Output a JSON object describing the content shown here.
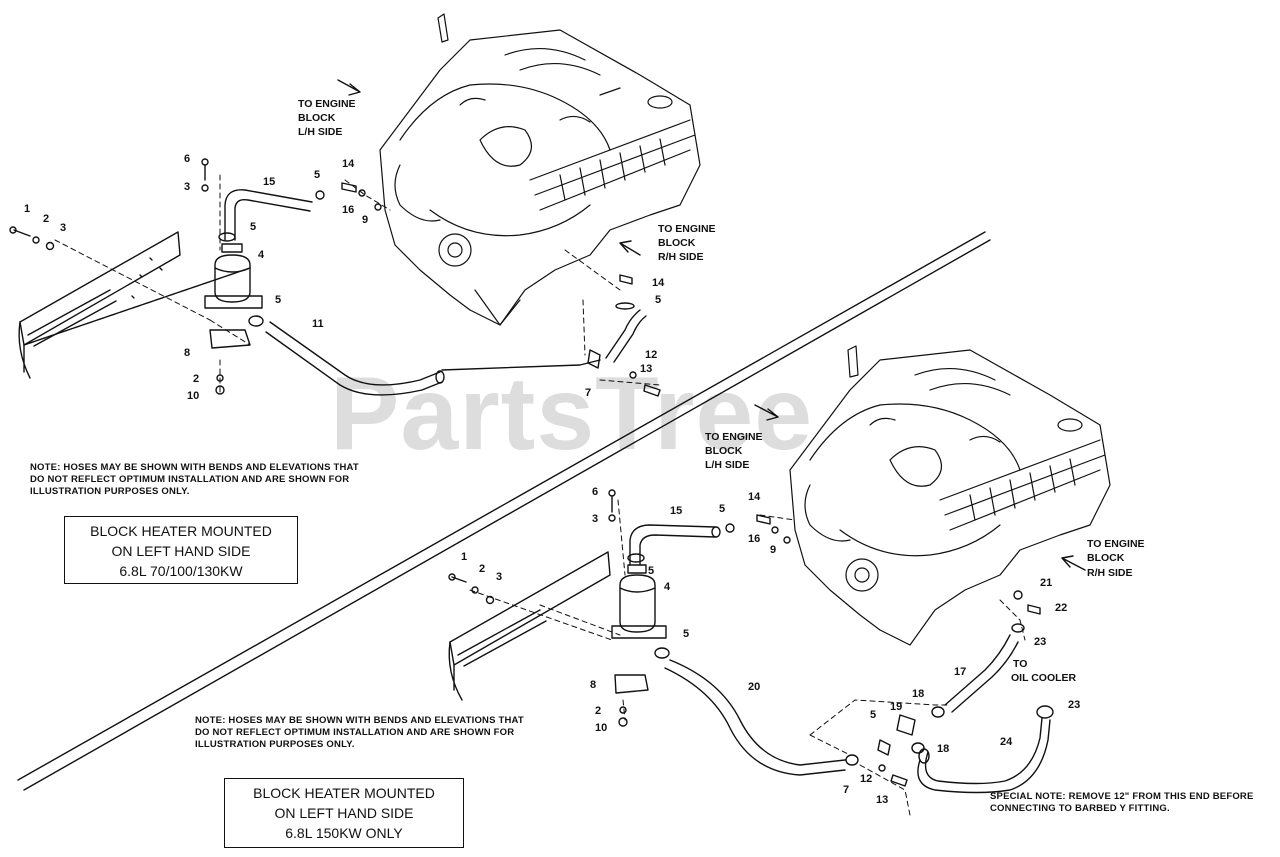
{
  "watermark": "PartsTree",
  "notes": {
    "upper": [
      "NOTE: HOSES MAY BE SHOWN WITH BENDS AND ELEVATIONS THAT",
      "DO NOT REFLECT OPTIMUM INSTALLATION AND ARE SHOWN FOR",
      "ILLUSTRATION PURPOSES ONLY."
    ],
    "lower": [
      "NOTE: HOSES MAY BE SHOWN WITH BENDS AND ELEVATIONS THAT",
      "DO NOT REFLECT OPTIMUM INSTALLATION AND ARE SHOWN FOR",
      "ILLUSTRATION PURPOSES ONLY."
    ],
    "special": [
      "SPECIAL NOTE: REMOVE 12\" FROM THIS END BEFORE",
      "CONNECTING TO BARBED Y FITTING."
    ]
  },
  "title_boxes": {
    "upper": [
      "BLOCK HEATER MOUNTED",
      "ON LEFT HAND SIDE",
      "6.8L 70/100/130KW"
    ],
    "lower": [
      "BLOCK HEATER MOUNTED",
      "ON LEFT HAND SIDE",
      "6.8L 150KW ONLY"
    ]
  },
  "labels": {
    "upper_lh": [
      "TO ENGINE",
      "BLOCK",
      "L/H SIDE"
    ],
    "upper_rh": [
      "TO ENGINE",
      "BLOCK",
      "R/H SIDE"
    ],
    "lower_lh": [
      "TO ENGINE",
      "BLOCK",
      "L/H SIDE"
    ],
    "lower_rh": [
      "TO ENGINE",
      "BLOCK",
      "R/H SIDE"
    ],
    "oil_cooler": [
      "TO",
      "OIL COOLER"
    ]
  },
  "callouts_upper": [
    "1",
    "2",
    "3",
    "6",
    "3",
    "15",
    "5",
    "14",
    "16",
    "9",
    "5",
    "4",
    "5",
    "11",
    "8",
    "2",
    "10",
    "14",
    "5",
    "12",
    "13",
    "7"
  ],
  "callouts_lower": [
    "6",
    "3",
    "15",
    "5",
    "14",
    "16",
    "9",
    "1",
    "2",
    "3",
    "5",
    "4",
    "5",
    "8",
    "2",
    "10",
    "20",
    "21",
    "22",
    "23",
    "17",
    "18",
    "19",
    "5",
    "18",
    "7",
    "12",
    "13",
    "24",
    "23"
  ]
}
